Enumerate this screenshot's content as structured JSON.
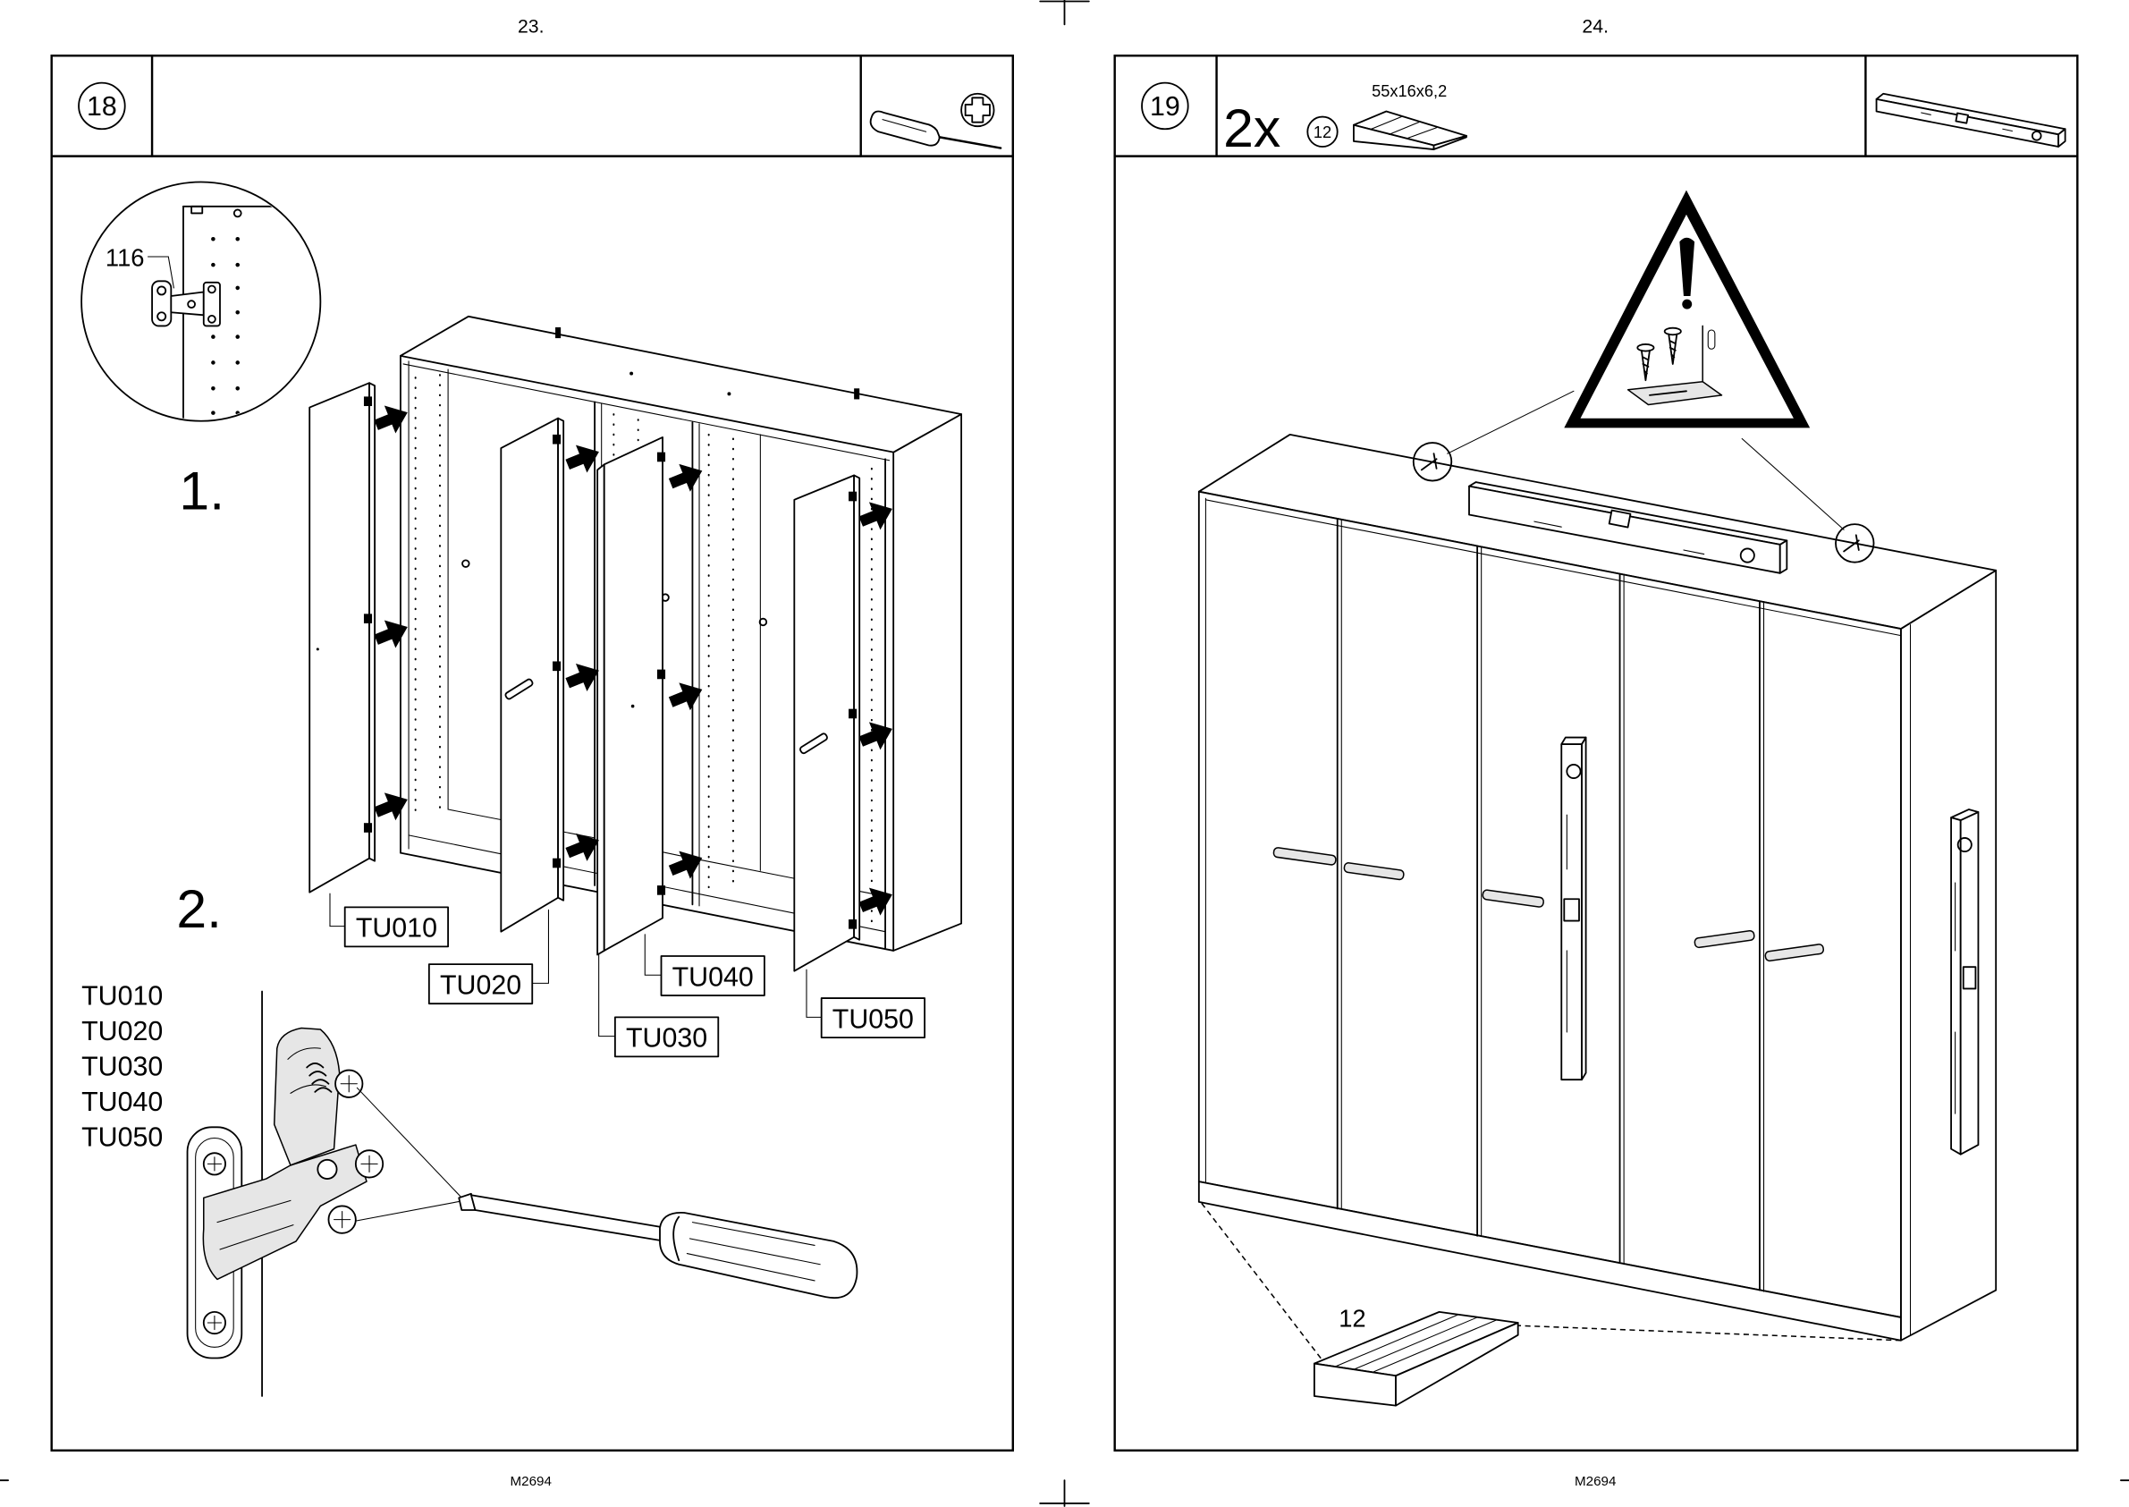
{
  "left_page": {
    "page_number": "23.",
    "step_number": "18",
    "tool_icon": "phillips-screwdriver-icon",
    "detail_part_number": "116",
    "stage_1": "1.",
    "stage_2": "2.",
    "door_callouts": [
      "TU010",
      "TU020",
      "TU030",
      "TU040",
      "TU050"
    ],
    "door_list": [
      "TU010",
      "TU020",
      "TU030",
      "TU040",
      "TU050"
    ],
    "footer_code": "M2694"
  },
  "right_page": {
    "page_number": "24.",
    "step_number": "19",
    "quantity": "2x",
    "part_number": "12",
    "part_dimensions": "55x16x6,2",
    "tool_icon": "spirit-level-icon",
    "warning_icon": "warning-triangle-icon",
    "wedge_callout": "12",
    "footer_code": "M2694"
  },
  "colors": {
    "ink": "#000000",
    "paper": "#ffffff"
  }
}
